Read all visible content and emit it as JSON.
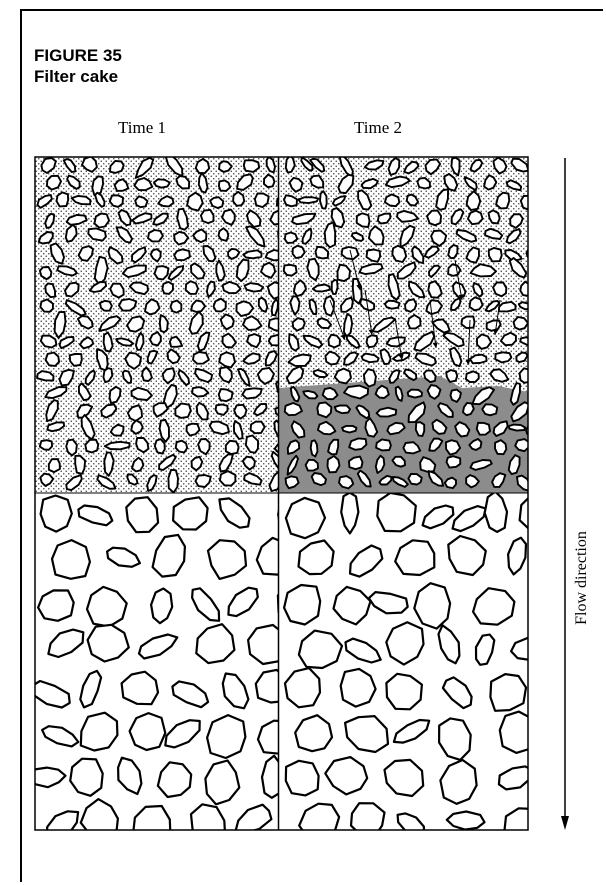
{
  "figure": {
    "number": "FIGURE 35",
    "title": "Filter cake"
  },
  "columns": {
    "left": "Time 1",
    "right": "Time 2"
  },
  "flow_label": "Flow direction",
  "colors": {
    "stroke": "#000000",
    "fine_dots": "#3a3a3a",
    "cake_fill": "#8c8c8c",
    "background": "#ffffff"
  }
}
